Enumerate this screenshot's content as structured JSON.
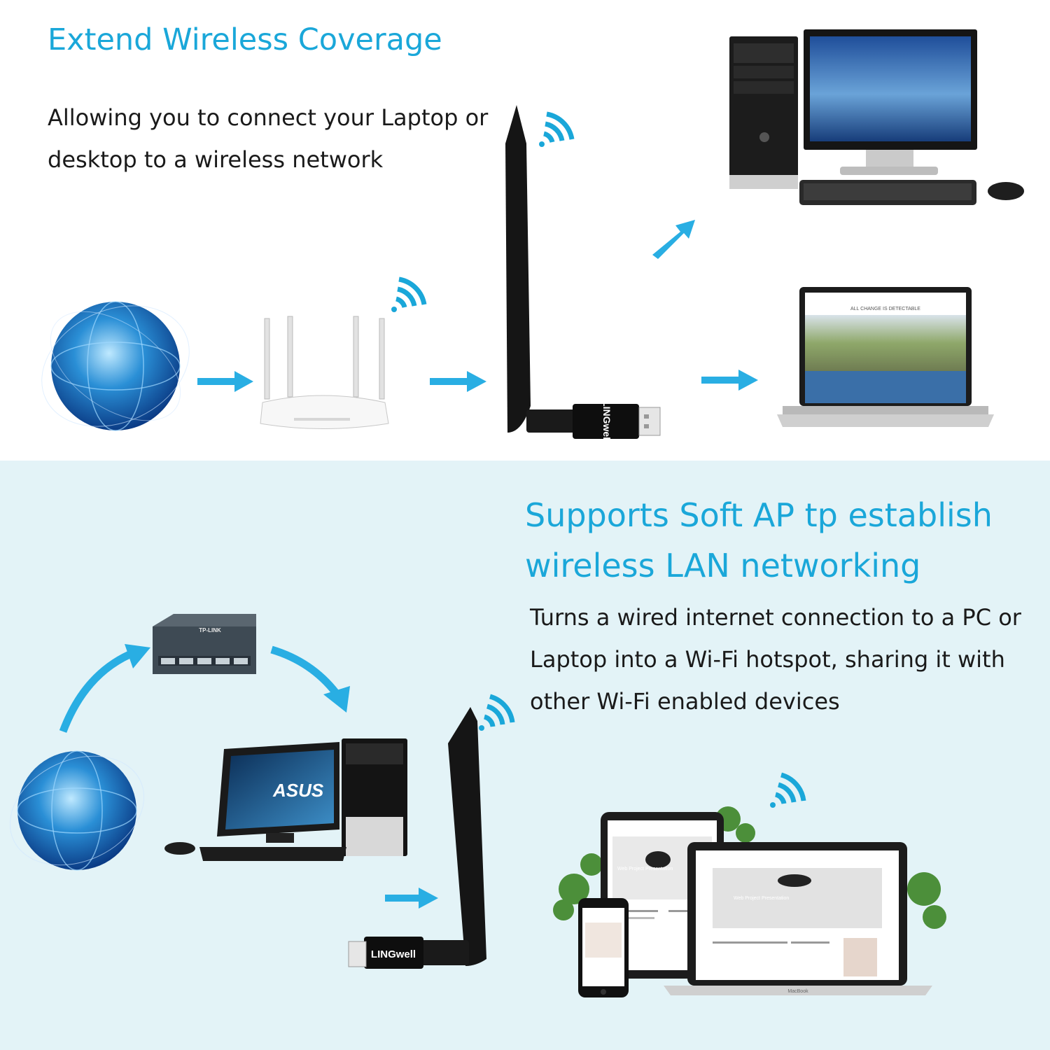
{
  "section1": {
    "title": "Extend Wireless Coverage",
    "description": "Allowing you to connect your Laptop or desktop to a wireless network"
  },
  "section2": {
    "title": "Supports Soft AP tp establish wireless LAN networking",
    "description": "Turns a wired internet connection to a PC or Laptop into a Wi-Fi hotspot, sharing it with other Wi-Fi enabled devices"
  },
  "device_labels": {
    "adapter_brand": "LINGwell",
    "switch_brand": "TP-LINK",
    "monitor_brand": "ASUS",
    "laptop_model": "MacBook",
    "laptop_screen_headline": "ALL CHANGE IS DETECTABLE",
    "tablet_screen_headline": "Web Project Presentation"
  },
  "colors": {
    "accent": "#1aa7d9",
    "arrow": "#29aee3",
    "bottom_panel": "#e3f3f7",
    "text": "#1a1a1a"
  },
  "icons": [
    "globe-icon",
    "router-icon",
    "usb-wifi-adapter-icon",
    "wifi-signal-icon",
    "arrow-icon",
    "desktop-pc-icon",
    "laptop-icon",
    "network-switch-icon",
    "tablet-icon",
    "smartphone-icon"
  ]
}
